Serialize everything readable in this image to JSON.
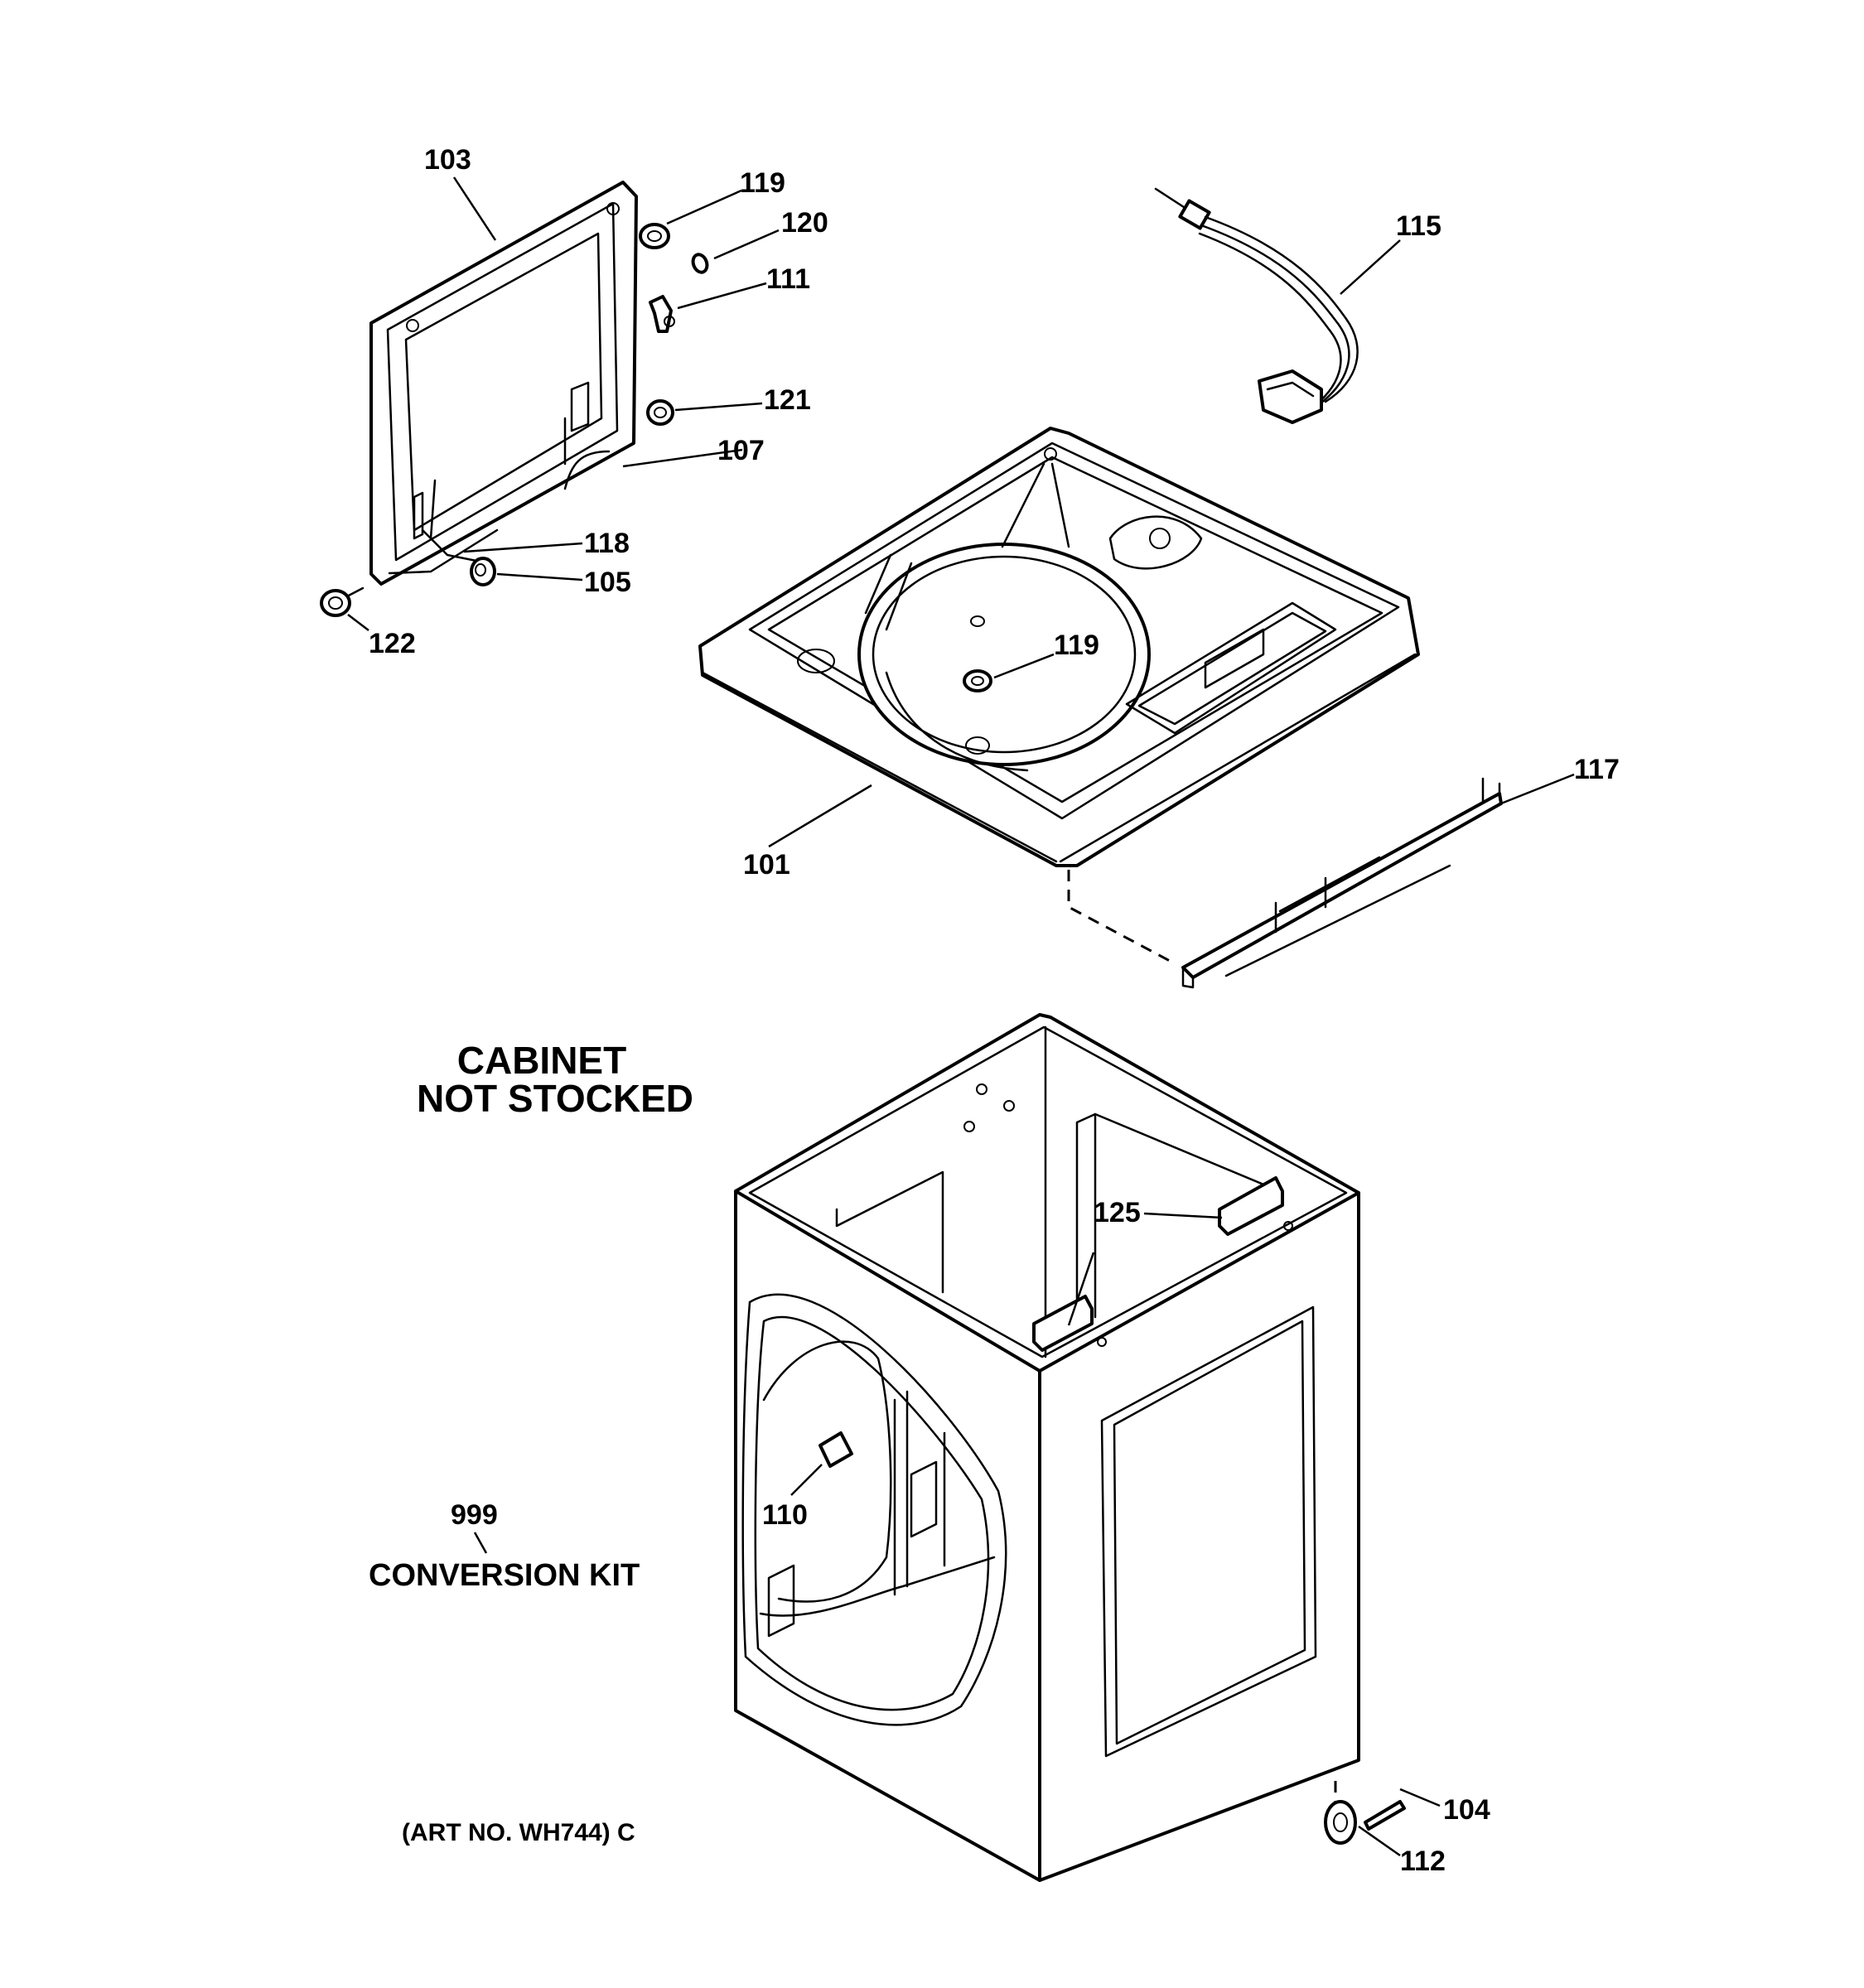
{
  "labels": {
    "p103": "103",
    "p119a": "119",
    "p120": "120",
    "p111": "111",
    "p121": "121",
    "p107": "107",
    "p118": "118",
    "p105": "105",
    "p122": "122",
    "p115": "115",
    "p119b": "119",
    "p117": "117",
    "p101": "101",
    "p125": "125",
    "p110": "110",
    "p104": "104",
    "p112": "112",
    "p999": "999"
  },
  "notes": {
    "cabinet_line1": "CABINET",
    "cabinet_line2": "NOT STOCKED",
    "conversion_kit": "CONVERSION KIT",
    "art_no": "(ART NO. WH744) C"
  }
}
